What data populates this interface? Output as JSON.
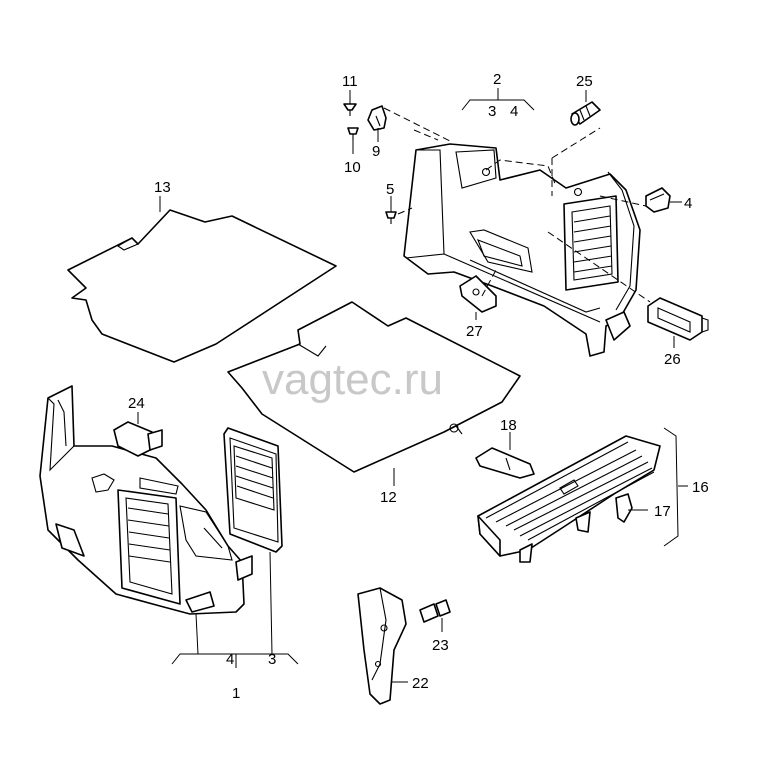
{
  "watermark": "vagtec.ru",
  "labels": {
    "p1": "1",
    "p2": "2",
    "p3a": "3",
    "p4a": "4",
    "p3b": "3",
    "p4b": "4",
    "p4c": "4",
    "p5": "5",
    "p9": "9",
    "p10": "10",
    "p11": "11",
    "p12": "12",
    "p13": "13",
    "p16": "16",
    "p17": "17",
    "p18": "18",
    "p22": "22",
    "p23": "23",
    "p24": "24",
    "p25": "25",
    "p26": "26",
    "p27": "27"
  }
}
